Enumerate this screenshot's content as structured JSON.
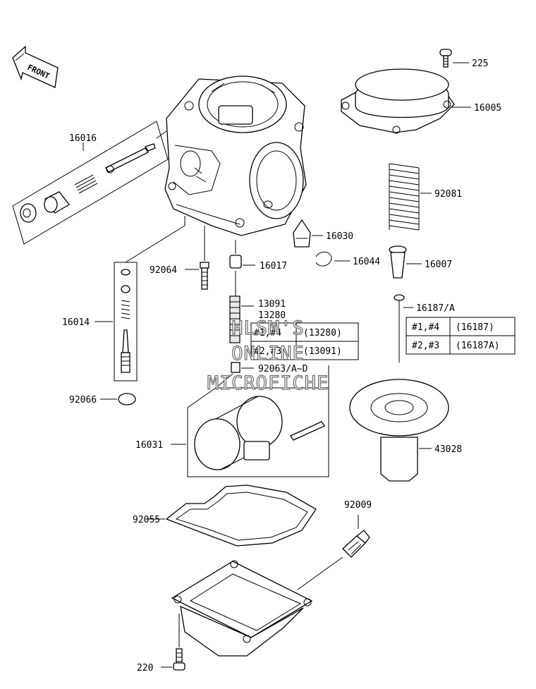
{
  "front_arrow_text": "FRONT",
  "watermark": {
    "line1": "HLSM'S",
    "line2": "ONLINE",
    "line3": "MICROFICHE"
  },
  "labels": {
    "p225": "225",
    "p16005": "16005",
    "p16016": "16016",
    "p92081": "92081",
    "p16030": "16030",
    "p92064": "92064",
    "p16017": "16017",
    "p16044": "16044",
    "p16007": "16007",
    "p13091": "13091",
    "p13280": "13280",
    "p16187": "16187/A",
    "p16014": "16014",
    "p92063": "92063/A~D",
    "p92066": "92066",
    "p16031": "16031",
    "p43028": "43028",
    "p92009": "92009",
    "p92055": "92055",
    "p220": "220"
  },
  "table_13280": {
    "rows": [
      {
        "c1": "#1,#4",
        "c2": "(13280)"
      },
      {
        "c1": "#2,#3",
        "c2": "(13091)"
      }
    ]
  },
  "table_16187": {
    "rows": [
      {
        "c1": "#1,#4",
        "c2": "(16187)"
      },
      {
        "c1": "#2,#3",
        "c2": "(16187A)"
      }
    ]
  }
}
